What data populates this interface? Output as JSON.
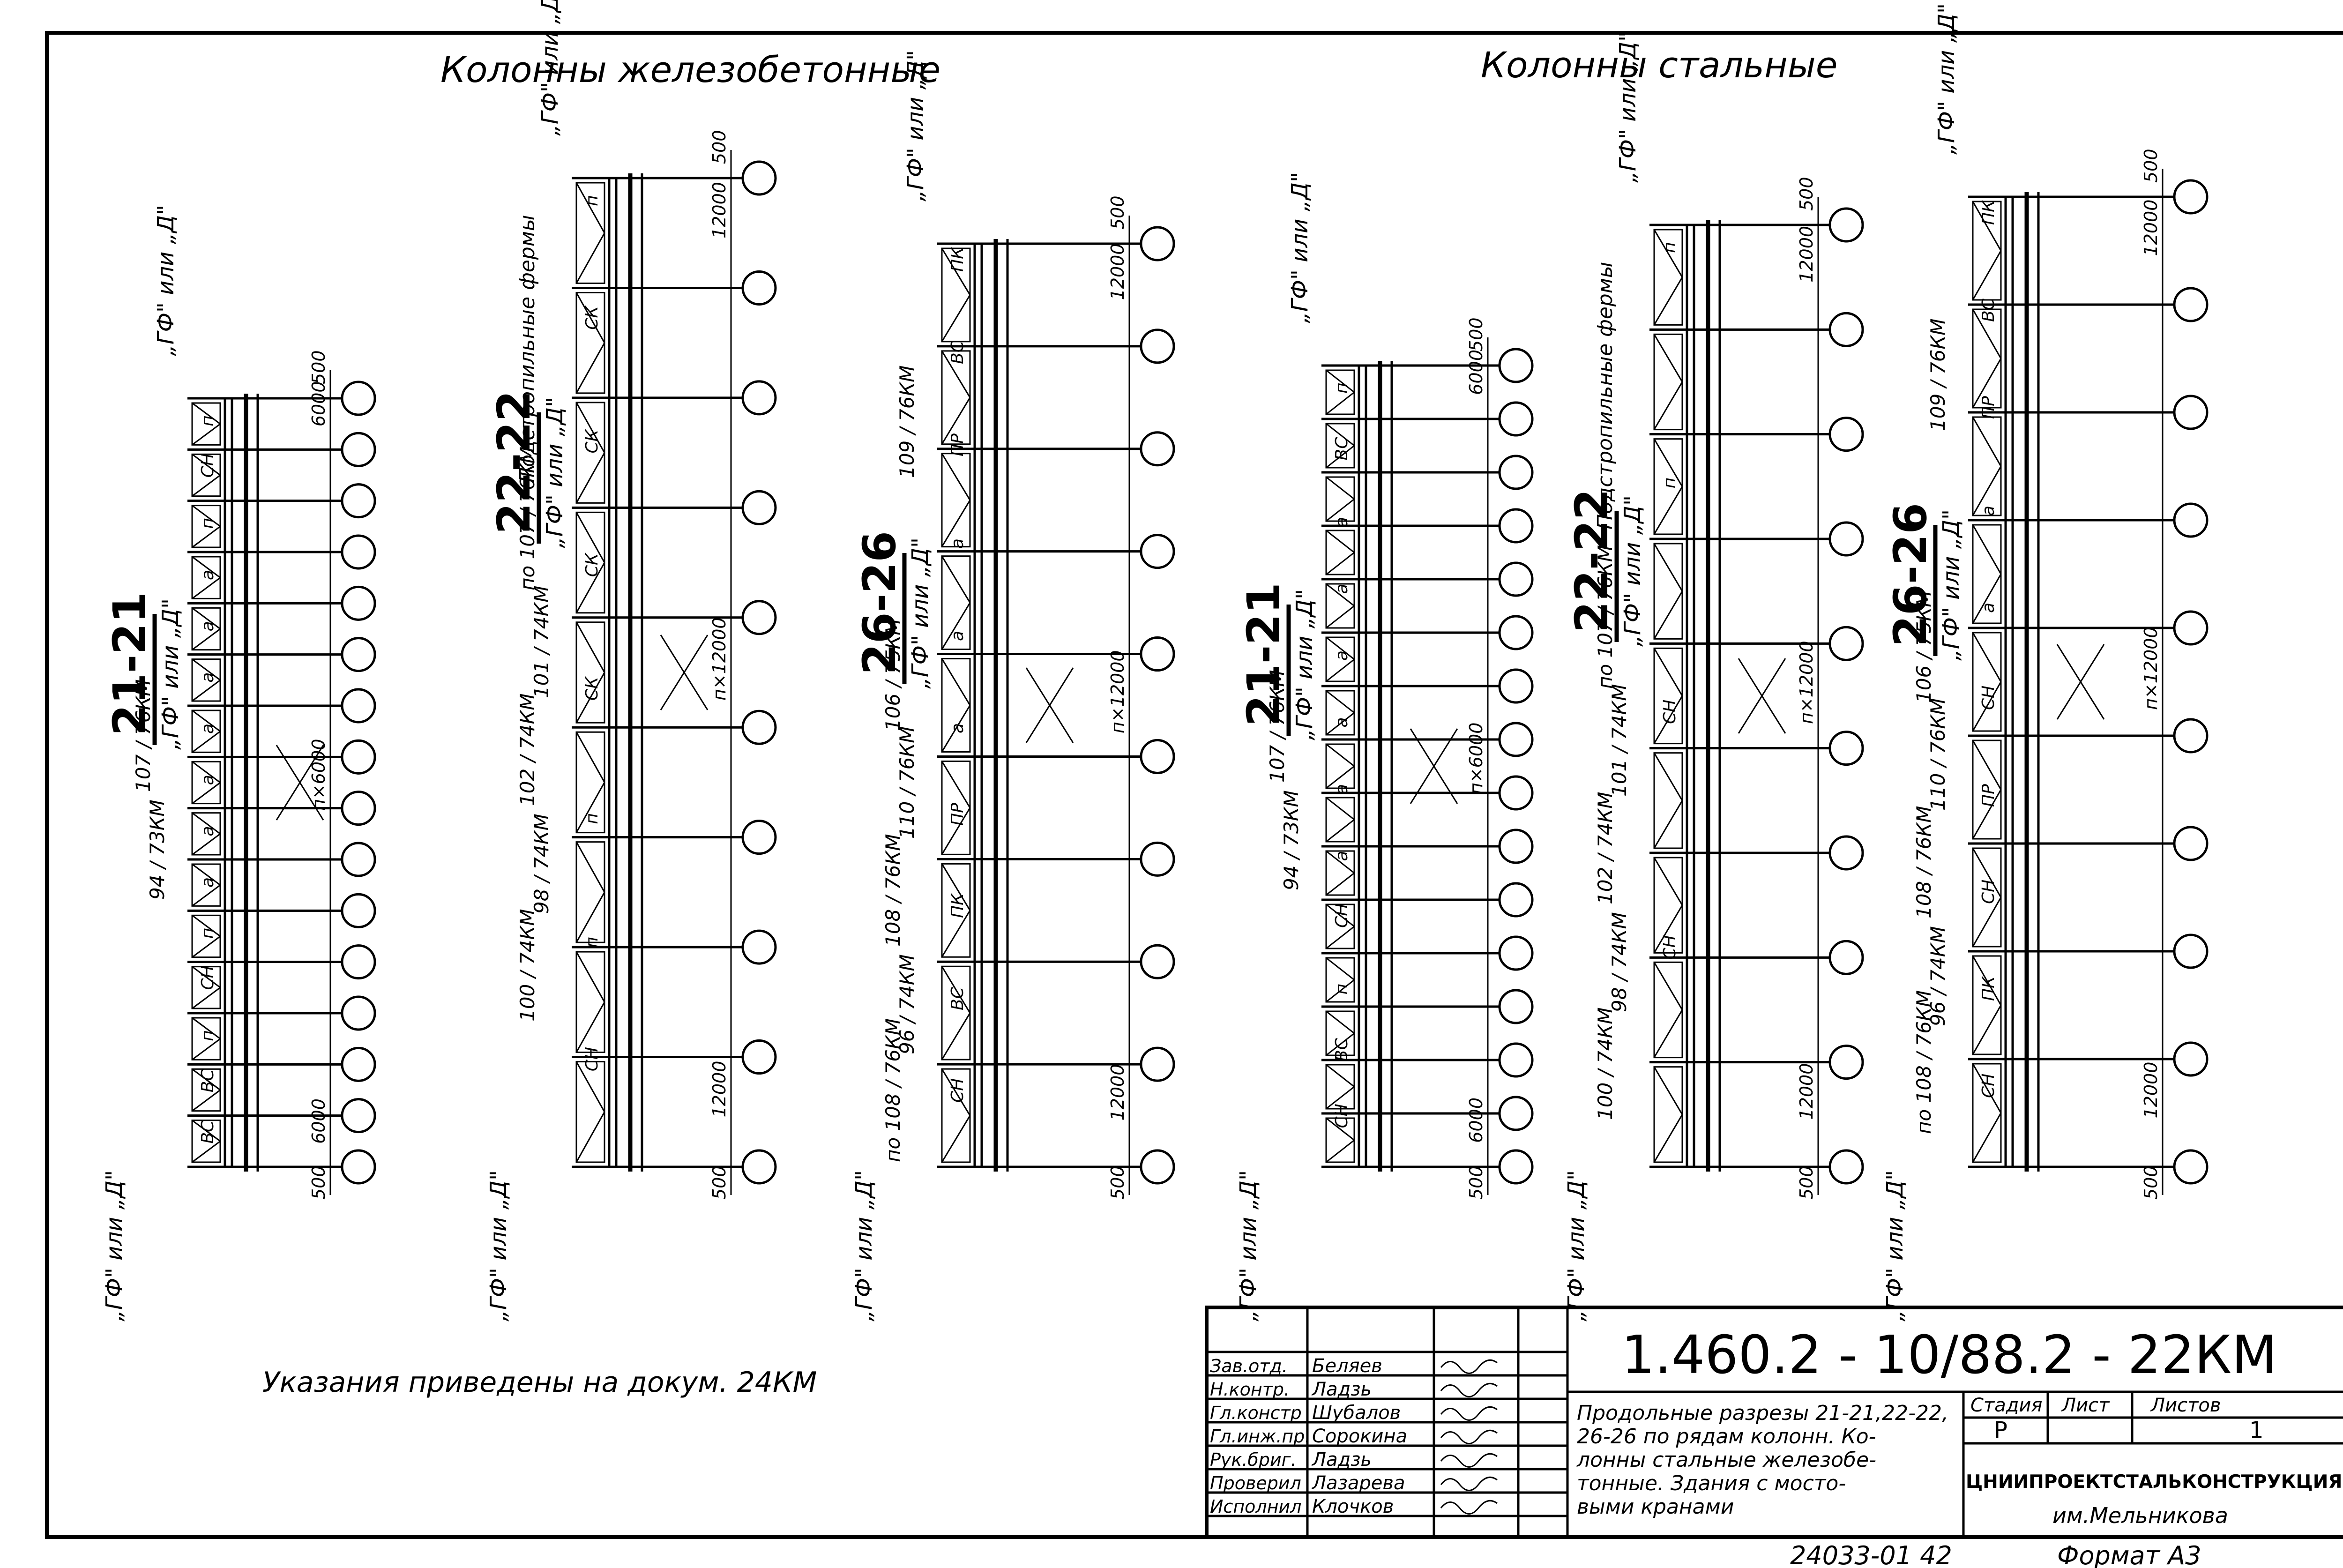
{
  "headings": {
    "concrete": "Колонны железобетонные",
    "steel": "Колонны стальные"
  },
  "note": "Указания приведены на докум. 24КМ",
  "sections": [
    {
      "id": "c21",
      "cut": "21-21",
      "top_label": "„ГФ\" или „Д\"",
      "bottom_label": "„ГФ\" или „Д\"",
      "mid_label": "„ГФ\" или „Д\"",
      "refs": [
        "107 / 76КМ",
        "94 / 73КМ"
      ],
      "codes": [
        "п",
        "СН",
        "п",
        "а",
        "а",
        "а",
        "а",
        "а",
        "а",
        "а",
        "п",
        "СН",
        "п",
        "ВС",
        "ВС"
      ],
      "dims": [
        "500",
        "6000",
        "п×6000",
        "6000",
        "500"
      ]
    },
    {
      "id": "c22",
      "cut": "22-22",
      "top_label": "„ГФ\" или „Д\"",
      "bottom_label": "„ГФ\" или „Д\"",
      "mid_label": "„ГФ\" или „Д\"",
      "side_note": "Подстропильные фермы",
      "refs": [
        "по 107 / 76КМ",
        "101 / 74КМ",
        "102 / 74КМ",
        "98 / 74КМ",
        "100 / 74КМ"
      ],
      "codes": [
        "п",
        "СК",
        "СК",
        "СК",
        "СК",
        "п",
        "п",
        "СН"
      ],
      "dims": [
        "500",
        "12000",
        "п×12000",
        "12000",
        "500"
      ]
    },
    {
      "id": "c26",
      "cut": "26-26",
      "top_label": "„ГФ\" или „Д\"",
      "bottom_label": "„ГФ\" или „Д\"",
      "mid_label": "„ГФ\" или „Д\"",
      "refs": [
        "106 / 75КМ",
        "110 / 76КМ",
        "108 / 76КМ",
        "96 / 74КМ",
        "по 108 / 76КМ",
        "109 / 76КМ"
      ],
      "codes": [
        "ПК",
        "ВС",
        "ПР",
        "а",
        "а",
        "а",
        "ПР",
        "ПК",
        "ВС",
        "СН"
      ],
      "dims": [
        "500",
        "12000",
        "п×12000",
        "12000",
        "500"
      ]
    },
    {
      "id": "s21",
      "cut": "21-21",
      "top_label": "„ГФ\" или „Д\"",
      "bottom_label": "„ГФ\" или „Д\"",
      "mid_label": "„ГФ\" или „Д\"",
      "refs": [
        "107 / 76КМ",
        "94 / 73КМ"
      ],
      "codes": [
        "п",
        "ВС",
        "а",
        "а",
        "а",
        "а",
        "а",
        "а",
        "СН",
        "п",
        "ВС",
        "СН"
      ],
      "dims": [
        "500",
        "6000",
        "п×6000",
        "6000",
        "500"
      ]
    },
    {
      "id": "s22",
      "cut": "22-22",
      "top_label": "„ГФ\" или „Д\"",
      "bottom_label": "„ГФ\" или „Д\"",
      "mid_label": "„ГФ\" или „Д\"",
      "side_note": "Подстропильные фермы",
      "refs": [
        "по 107 / 76КМ",
        "101 / 74КМ",
        "102 / 74КМ",
        "98 / 74КМ",
        "100 / 74КМ"
      ],
      "codes": [
        "п",
        "п",
        "СН",
        "СН"
      ],
      "dims": [
        "500",
        "12000",
        "п×12000",
        "12000",
        "500"
      ]
    },
    {
      "id": "s26",
      "cut": "26-26",
      "top_label": "„ГФ\" или „Д\"",
      "bottom_label": "„ГФ\" или „Д\"",
      "mid_label": "„ГФ\" или „Д\"",
      "refs": [
        "106 / 75КМ",
        "110 / 76КМ",
        "108 / 76КМ",
        "96 / 74КМ",
        "по 108 / 76КМ",
        "109 / 76КМ"
      ],
      "codes": [
        "ПК",
        "ВС",
        "ПР",
        "а",
        "а",
        "СН",
        "ПР",
        "СН",
        "ПК",
        "СН"
      ],
      "dims": [
        "500",
        "12000",
        "п×12000",
        "12000",
        "500"
      ]
    }
  ],
  "title_block": {
    "doc_number": "1.460.2 - 10/88.2 - 22КМ",
    "description_lines": [
      "Продольные разрезы 21-21,22-22,",
      "26-26 по рядам колонн. Ко-",
      "лонны стальные железобе-",
      "тонные. Здания с мосто-",
      "выми кранами"
    ],
    "stage_header": "Стадия",
    "sheet_header": "Лист",
    "sheets_header": "Листов",
    "stage": "Р",
    "sheets": "1",
    "org_name": "ЦНИИПРОЕКТСТАЛЬКОНСТРУКЦИЯ",
    "org_sub": "им.Мельникова",
    "staff": [
      {
        "role": "Зав.отд.",
        "name": "Беляев"
      },
      {
        "role": "Н.контр.",
        "name": "Ладзь"
      },
      {
        "role": "Гл.констр",
        "name": "Шубалов"
      },
      {
        "role": "Гл.инж.пр.",
        "name": "Сорокина"
      },
      {
        "role": "Рук.бриг.",
        "name": "Ладзь"
      },
      {
        "role": "Проверил",
        "name": "Лазарева"
      },
      {
        "role": "Исполнил",
        "name": "Клочков"
      }
    ]
  },
  "footer": {
    "archive": "24033-01 42",
    "format": "Формат А3"
  }
}
